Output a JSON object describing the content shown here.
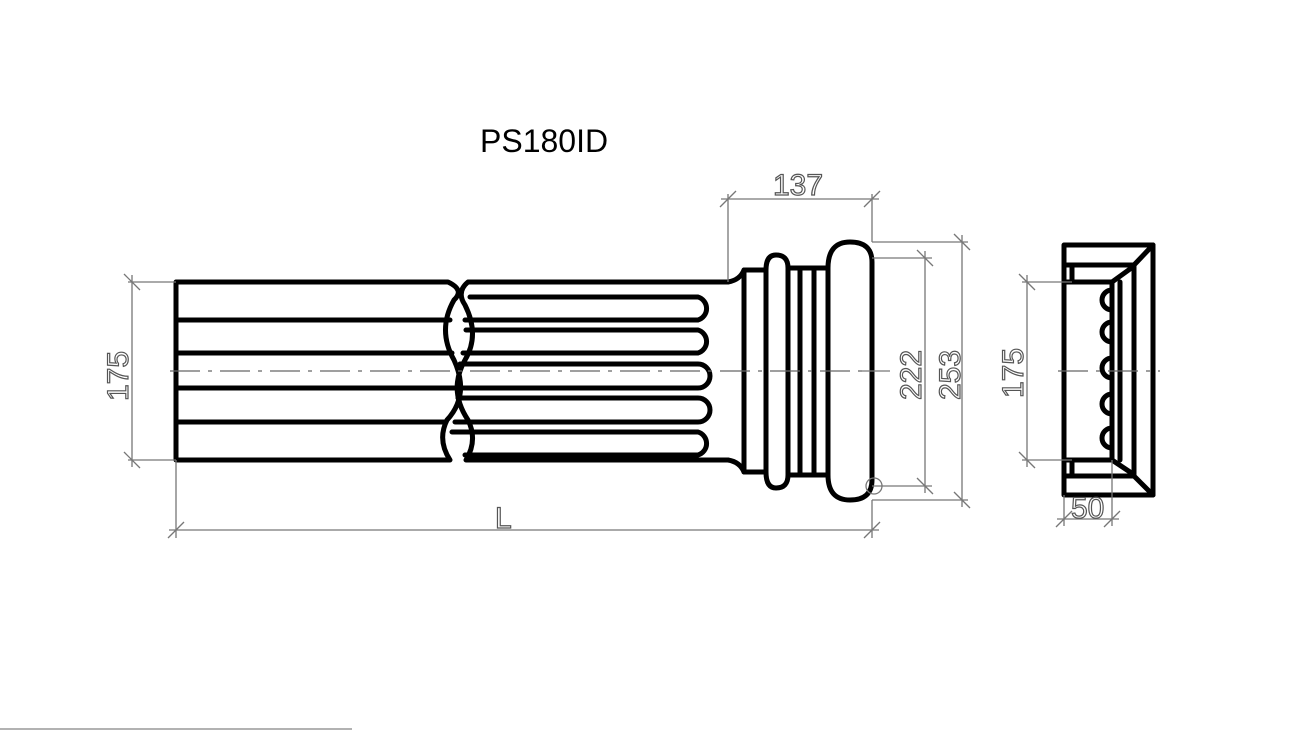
{
  "title": "PS180ID",
  "dimensions": {
    "shaft_height": "175",
    "capital_width": "137",
    "inner_height": "222",
    "outer_height": "253",
    "length": "L",
    "section_height": "175",
    "section_depth": "50"
  }
}
